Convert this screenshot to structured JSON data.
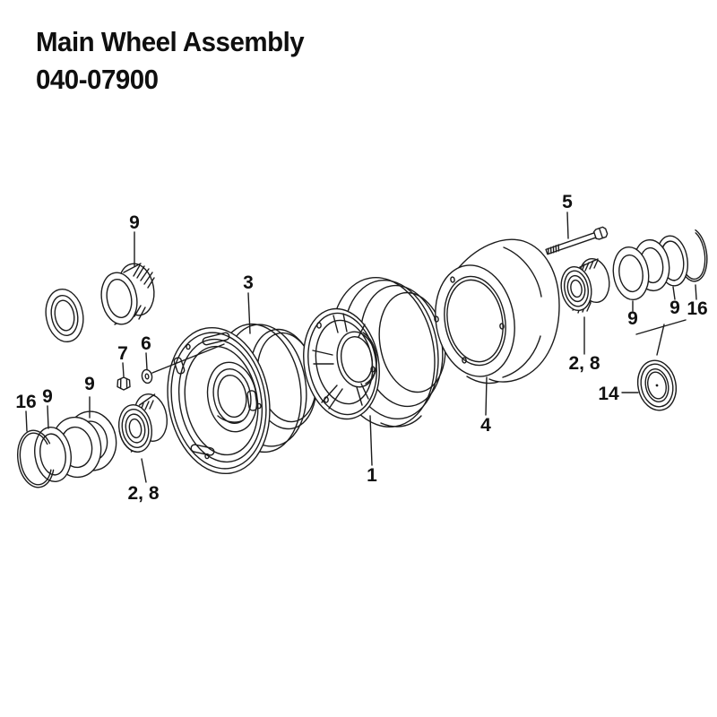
{
  "title": {
    "line1": "Main Wheel Assembly",
    "line2": "040-07900"
  },
  "colors": {
    "ink": "#1c1c1c",
    "background": "#ffffff"
  },
  "diagram": {
    "type": "exploded-parts-diagram",
    "callouts": [
      {
        "id": "bearing-cup-top-left",
        "label": "9"
      },
      {
        "id": "nut",
        "label": "7"
      },
      {
        "id": "washer-small",
        "label": "6"
      },
      {
        "id": "wheel-half-inner",
        "label": "3"
      },
      {
        "id": "wheel-half-outer",
        "label": "1"
      },
      {
        "id": "brake-bell",
        "label": "4"
      },
      {
        "id": "bolt",
        "label": "5"
      },
      {
        "id": "bearing-right",
        "label": "2, 8"
      },
      {
        "id": "washer-right-1",
        "label": "9"
      },
      {
        "id": "washer-right-2",
        "label": "9"
      },
      {
        "id": "snap-ring-right",
        "label": "16"
      },
      {
        "id": "cap",
        "label": "14"
      },
      {
        "id": "snap-ring-left",
        "label": "16"
      },
      {
        "id": "ring-left",
        "label": "9"
      },
      {
        "id": "washers-left",
        "label": "9"
      },
      {
        "id": "bearing-left",
        "label": "2, 8"
      }
    ]
  }
}
